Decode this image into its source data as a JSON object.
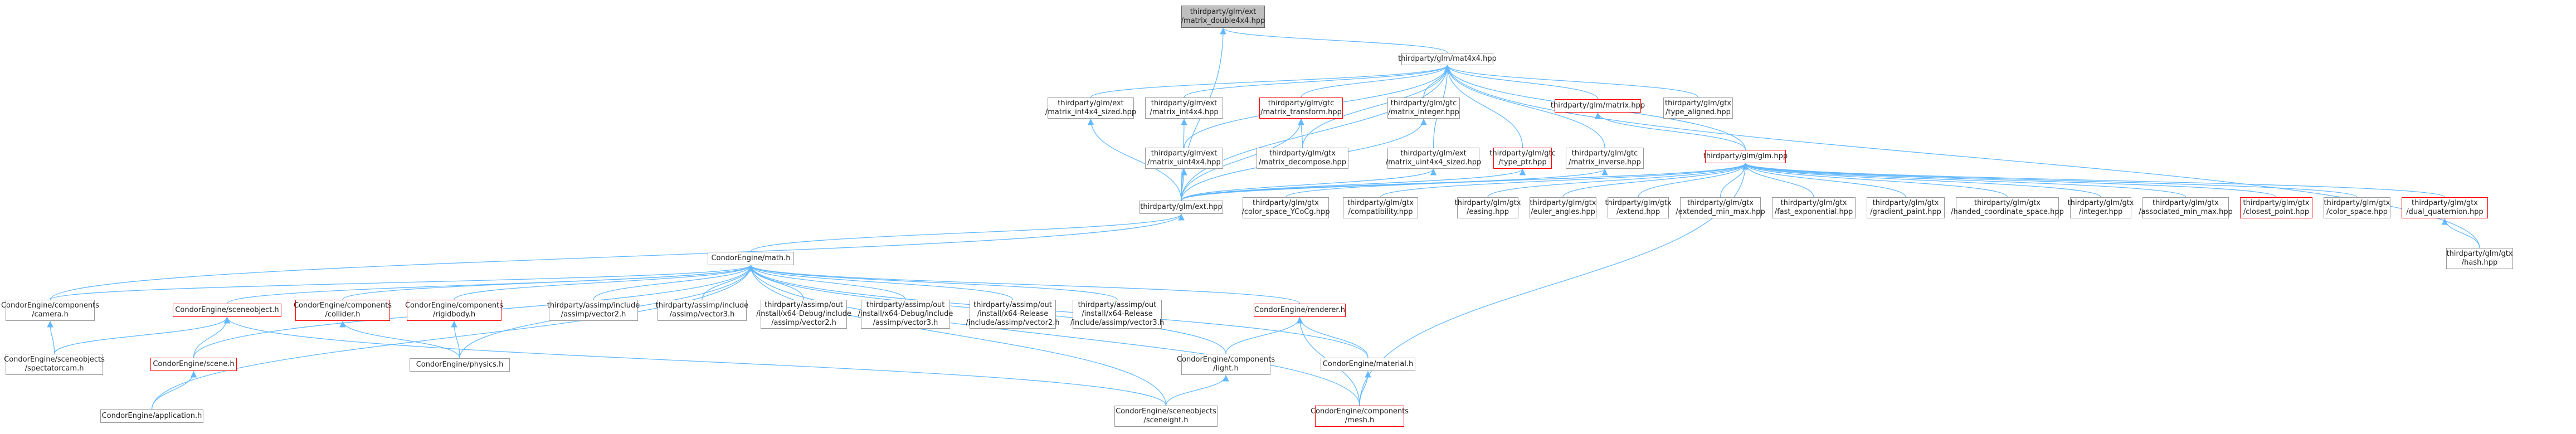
{
  "graph": {
    "edge_color": "#63b8ff",
    "nodes": [
      {
        "id": "root",
        "lines": [
          "thirdparty/glm/ext",
          "/matrix_double4x4.hpp"
        ],
        "style": "root"
      },
      {
        "id": "mat4x4",
        "lines": [
          "thirdparty/glm/mat4x4.hpp"
        ],
        "style": "normal"
      },
      {
        "id": "ext_m4x4_sized",
        "lines": [
          "thirdparty/glm/ext",
          "/matrix_int4x4_sized.hpp"
        ],
        "style": "normal"
      },
      {
        "id": "ext_m4x4",
        "lines": [
          "thirdparty/glm/ext",
          "/matrix_int4x4.hpp"
        ],
        "style": "normal"
      },
      {
        "id": "gtc_mtrans",
        "lines": [
          "thirdparty/glm/gtc",
          "/matrix_transform.hpp"
        ],
        "style": "red"
      },
      {
        "id": "gtc_minteger",
        "lines": [
          "thirdparty/glm/gtc",
          "/matrix_integer.hpp"
        ],
        "style": "normal"
      },
      {
        "id": "glm_matrix",
        "lines": [
          "thirdparty/glm/matrix.hpp"
        ],
        "style": "red"
      },
      {
        "id": "gtx_taligned",
        "lines": [
          "thirdparty/glm/gtx",
          "/type_aligned.hpp"
        ],
        "style": "normal"
      },
      {
        "id": "ext_mu4x4",
        "lines": [
          "thirdparty/glm/ext",
          "/matrix_uint4x4.hpp"
        ],
        "style": "normal"
      },
      {
        "id": "gtx_mdecomp",
        "lines": [
          "thirdparty/glm/gtx",
          "/matrix_decompose.hpp"
        ],
        "style": "normal"
      },
      {
        "id": "ext_mu4x4_sized",
        "lines": [
          "thirdparty/glm/ext",
          "/matrix_uint4x4_sized.hpp"
        ],
        "style": "normal"
      },
      {
        "id": "gtc_typeptr",
        "lines": [
          "thirdparty/glm/gtc",
          "/type_ptr.hpp"
        ],
        "style": "red"
      },
      {
        "id": "gtc_minverse",
        "lines": [
          "thirdparty/glm/gtc",
          "/matrix_inverse.hpp"
        ],
        "style": "normal"
      },
      {
        "id": "glm_hpp",
        "lines": [
          "thirdparty/glm/glm.hpp"
        ],
        "style": "red"
      },
      {
        "id": "ext_hpp",
        "lines": [
          "thirdparty/glm/ext.hpp"
        ],
        "style": "normal"
      },
      {
        "id": "gtx_csycocg",
        "lines": [
          "thirdparty/glm/gtx",
          "/color_space_YCoCg.hpp"
        ],
        "style": "normal"
      },
      {
        "id": "gtx_compat",
        "lines": [
          "thirdparty/glm/gtx",
          "/compatibility.hpp"
        ],
        "style": "normal"
      },
      {
        "id": "gtx_easing",
        "lines": [
          "thirdparty/glm/gtx",
          "/easing.hpp"
        ],
        "style": "normal"
      },
      {
        "id": "gtx_euler",
        "lines": [
          "thirdparty/glm/gtx",
          "/euler_angles.hpp"
        ],
        "style": "normal"
      },
      {
        "id": "gtx_extend",
        "lines": [
          "thirdparty/glm/gtx",
          "/extend.hpp"
        ],
        "style": "normal"
      },
      {
        "id": "gtx_extminmax",
        "lines": [
          "thirdparty/glm/gtx",
          "/extended_min_max.hpp"
        ],
        "style": "normal"
      },
      {
        "id": "gtx_fastexp",
        "lines": [
          "thirdparty/glm/gtx",
          "/fast_exponential.hpp"
        ],
        "style": "normal"
      },
      {
        "id": "gtx_gradpaint",
        "lines": [
          "thirdparty/glm/gtx",
          "/gradient_paint.hpp"
        ],
        "style": "normal"
      },
      {
        "id": "gtx_handed",
        "lines": [
          "thirdparty/glm/gtx",
          "/handed_coordinate_space.hpp"
        ],
        "style": "normal"
      },
      {
        "id": "gtx_integer",
        "lines": [
          "thirdparty/glm/gtx",
          "/integer.hpp"
        ],
        "style": "normal"
      },
      {
        "id": "gtx_assocmm",
        "lines": [
          "thirdparty/glm/gtx",
          "/associated_min_max.hpp"
        ],
        "style": "normal"
      },
      {
        "id": "gtx_closest",
        "lines": [
          "thirdparty/glm/gtx",
          "/closest_point.hpp"
        ],
        "style": "red"
      },
      {
        "id": "gtx_cspace",
        "lines": [
          "thirdparty/glm/gtx",
          "/color_space.hpp"
        ],
        "style": "normal"
      },
      {
        "id": "gtx_dualq",
        "lines": [
          "thirdparty/glm/gtx",
          "/dual_quaternion.hpp"
        ],
        "style": "red"
      },
      {
        "id": "gtx_hash",
        "lines": [
          "thirdparty/glm/gtx",
          "/hash.hpp"
        ],
        "style": "normal"
      },
      {
        "id": "math_h",
        "lines": [
          "CondorEngine/math.h"
        ],
        "style": "normal"
      },
      {
        "id": "comp_camera",
        "lines": [
          "CondorEngine/components",
          "/camera.h"
        ],
        "style": "normal"
      },
      {
        "id": "sceneobject",
        "lines": [
          "CondorEngine/sceneobject.h"
        ],
        "style": "red"
      },
      {
        "id": "comp_collider",
        "lines": [
          "CondorEngine/components",
          "/collider.h"
        ],
        "style": "red"
      },
      {
        "id": "comp_rigidbody",
        "lines": [
          "CondorEngine/components",
          "/rigidbody.h"
        ],
        "style": "red"
      },
      {
        "id": "assimp_v2",
        "lines": [
          "thirdparty/assimp/include",
          "/assimp/vector2.h"
        ],
        "style": "normal"
      },
      {
        "id": "assimp_v3",
        "lines": [
          "thirdparty/assimp/include",
          "/assimp/vector3.h"
        ],
        "style": "normal"
      },
      {
        "id": "assimp_dbg_v2",
        "lines": [
          "thirdparty/assimp/out",
          "/install/x64-Debug/include",
          "/assimp/vector2.h"
        ],
        "style": "normal"
      },
      {
        "id": "assimp_dbg_v3",
        "lines": [
          "thirdparty/assimp/out",
          "/install/x64-Debug/include",
          "/assimp/vector3.h"
        ],
        "style": "normal"
      },
      {
        "id": "assimp_rel_v2",
        "lines": [
          "thirdparty/assimp/out",
          "/install/x64-Release",
          "/include/assimp/vector2.h"
        ],
        "style": "normal"
      },
      {
        "id": "assimp_rel_v3",
        "lines": [
          "thirdparty/assimp/out",
          "/install/x64-Release",
          "/include/assimp/vector3.h"
        ],
        "style": "normal"
      },
      {
        "id": "renderer",
        "lines": [
          "CondorEngine/renderer.h"
        ],
        "style": "red"
      },
      {
        "id": "spectatorcam",
        "lines": [
          "CondorEngine/sceneobjects",
          "/spectatorcam.h"
        ],
        "style": "normal"
      },
      {
        "id": "scene",
        "lines": [
          "CondorEngine/scene.h"
        ],
        "style": "red"
      },
      {
        "id": "physics",
        "lines": [
          "CondorEngine/physics.h"
        ],
        "style": "normal"
      },
      {
        "id": "comp_light",
        "lines": [
          "CondorEngine/components",
          "/light.h"
        ],
        "style": "normal"
      },
      {
        "id": "material",
        "lines": [
          "CondorEngine/material.h"
        ],
        "style": "normal"
      },
      {
        "id": "application",
        "lines": [
          "CondorEngine/application.h"
        ],
        "style": "normal"
      },
      {
        "id": "so_sceneight",
        "lines": [
          "CondorEngine/sceneobjects",
          "/sceneight.h"
        ],
        "style": "normal"
      },
      {
        "id": "comp_mesh",
        "lines": [
          "CondorEngine/components",
          "/mesh.h"
        ],
        "style": "red"
      }
    ],
    "edges": [
      [
        "mat4x4",
        "root"
      ],
      [
        "ext_hpp",
        "root"
      ],
      [
        "ext_m4x4_sized",
        "mat4x4"
      ],
      [
        "ext_m4x4",
        "mat4x4"
      ],
      [
        "gtc_mtrans",
        "mat4x4"
      ],
      [
        "gtc_minteger",
        "mat4x4"
      ],
      [
        "glm_matrix",
        "mat4x4"
      ],
      [
        "gtx_taligned",
        "mat4x4"
      ],
      [
        "ext_mu4x4",
        "mat4x4"
      ],
      [
        "gtx_mdecomp",
        "mat4x4"
      ],
      [
        "ext_mu4x4_sized",
        "mat4x4"
      ],
      [
        "gtc_typeptr",
        "mat4x4"
      ],
      [
        "gtc_minverse",
        "mat4x4"
      ],
      [
        "glm_hpp",
        "mat4x4"
      ],
      [
        "gtx_hash",
        "mat4x4"
      ],
      [
        "ext_hpp",
        "mat4x4"
      ],
      [
        "ext_hpp",
        "ext_m4x4_sized"
      ],
      [
        "ext_hpp",
        "ext_m4x4"
      ],
      [
        "ext_hpp",
        "gtc_mtrans"
      ],
      [
        "gtx_mdecomp",
        "gtc_mtrans"
      ],
      [
        "ext_hpp",
        "gtc_minteger"
      ],
      [
        "glm_hpp",
        "glm_matrix"
      ],
      [
        "ext_hpp",
        "ext_mu4x4"
      ],
      [
        "ext_hpp",
        "ext_mu4x4_sized"
      ],
      [
        "ext_hpp",
        "gtc_typeptr"
      ],
      [
        "ext_hpp",
        "gtc_minverse"
      ],
      [
        "ext_hpp",
        "glm_hpp"
      ],
      [
        "gtx_csycocg",
        "glm_hpp"
      ],
      [
        "gtx_compat",
        "glm_hpp"
      ],
      [
        "gtx_easing",
        "glm_hpp"
      ],
      [
        "gtx_euler",
        "glm_hpp"
      ],
      [
        "gtx_extend",
        "glm_hpp"
      ],
      [
        "gtx_extminmax",
        "glm_hpp"
      ],
      [
        "gtx_fastexp",
        "glm_hpp"
      ],
      [
        "gtx_gradpaint",
        "glm_hpp"
      ],
      [
        "gtx_handed",
        "glm_hpp"
      ],
      [
        "gtx_integer",
        "glm_hpp"
      ],
      [
        "gtx_assocmm",
        "glm_hpp"
      ],
      [
        "gtx_closest",
        "glm_hpp"
      ],
      [
        "gtx_cspace",
        "glm_hpp"
      ],
      [
        "gtx_dualq",
        "glm_hpp"
      ],
      [
        "comp_mesh",
        "glm_hpp"
      ],
      [
        "gtx_hash",
        "gtx_dualq"
      ],
      [
        "math_h",
        "ext_hpp"
      ],
      [
        "comp_camera",
        "ext_hpp"
      ],
      [
        "comp_camera",
        "math_h"
      ],
      [
        "sceneobject",
        "math_h"
      ],
      [
        "comp_collider",
        "math_h"
      ],
      [
        "comp_rigidbody",
        "math_h"
      ],
      [
        "assimp_v2",
        "math_h"
      ],
      [
        "assimp_v3",
        "math_h"
      ],
      [
        "assimp_dbg_v2",
        "math_h"
      ],
      [
        "assimp_dbg_v3",
        "math_h"
      ],
      [
        "assimp_rel_v2",
        "math_h"
      ],
      [
        "assimp_rel_v3",
        "math_h"
      ],
      [
        "renderer",
        "math_h"
      ],
      [
        "physics",
        "math_h"
      ],
      [
        "comp_light",
        "math_h"
      ],
      [
        "material",
        "math_h"
      ],
      [
        "so_sceneight",
        "math_h"
      ],
      [
        "scene",
        "math_h"
      ],
      [
        "application",
        "math_h"
      ],
      [
        "comp_mesh",
        "math_h"
      ],
      [
        "spectatorcam",
        "comp_camera"
      ],
      [
        "spectatorcam",
        "sceneobject"
      ],
      [
        "scene",
        "sceneobject"
      ],
      [
        "so_sceneight",
        "sceneobject"
      ],
      [
        "physics",
        "comp_collider"
      ],
      [
        "physics",
        "comp_rigidbody"
      ],
      [
        "application",
        "scene"
      ],
      [
        "comp_light",
        "renderer"
      ],
      [
        "material",
        "renderer"
      ],
      [
        "comp_mesh",
        "renderer"
      ],
      [
        "so_sceneight",
        "comp_light"
      ],
      [
        "comp_mesh",
        "material"
      ]
    ]
  }
}
